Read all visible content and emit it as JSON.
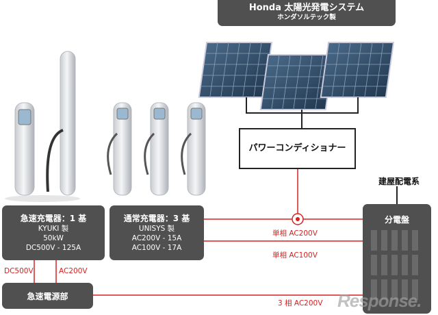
{
  "title": {
    "line1": "Honda 太陽光発電システム",
    "line2": "ホンダソルテック製"
  },
  "power_conditioner": {
    "label": "パワーコンディショナー"
  },
  "fast_charger": {
    "title": "急速充電器：1 基",
    "lines": [
      "KYUKI 製",
      "50kW",
      "DC500V - 125A"
    ]
  },
  "normal_charger": {
    "title": "通常充電器：3 基",
    "lines": [
      "UNISYS 製",
      "AC200V - 15A",
      "AC100V - 17A"
    ]
  },
  "fast_power_unit": {
    "label": "急速電源部"
  },
  "building_system": {
    "label": "建屋配電系"
  },
  "distribution_board": {
    "label": "分電盤"
  },
  "links": {
    "single_phase_200": "単相 AC200V",
    "single_phase_100": "単相 AC100V",
    "three_phase_200": "3 相 AC200V",
    "dc500": "DC500V",
    "ac200": "AC200V"
  },
  "watermark": "Response.",
  "colors": {
    "box": "#505050",
    "line": "#d82020",
    "panel": "#3c5a7a"
  }
}
